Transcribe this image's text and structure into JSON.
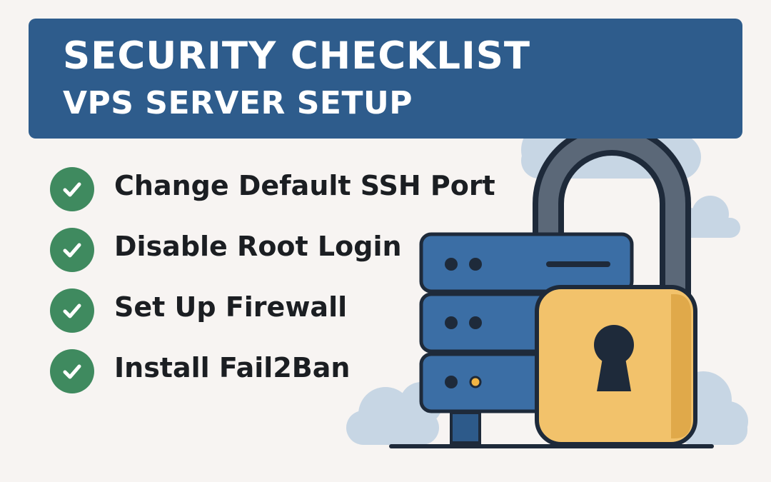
{
  "header": {
    "title": "SECURITY CHECKLIST",
    "subtitle": "VPS SERVER SETUP"
  },
  "checklist": {
    "items": [
      {
        "label": "Change Default SSH Port",
        "checked": true,
        "icon": "check-circle-icon"
      },
      {
        "label": "Disable Root Login",
        "checked": true,
        "icon": "check-circle-icon"
      },
      {
        "label": "Set Up Firewall",
        "checked": true,
        "icon": "check-circle-icon"
      },
      {
        "label": "Install Fail2Ban",
        "checked": true,
        "icon": "check-circle-icon"
      }
    ]
  },
  "illustration": {
    "elements": [
      "cloud",
      "server-rack",
      "padlock",
      "keyhole"
    ]
  },
  "colors": {
    "background": "#f7f4f2",
    "banner": "#2e5c8c",
    "check": "#3f8a5f",
    "server": "#3b6ea5",
    "padlock": "#f2c26b",
    "cloud": "#c7d6e4",
    "outline": "#1e2a3a"
  }
}
